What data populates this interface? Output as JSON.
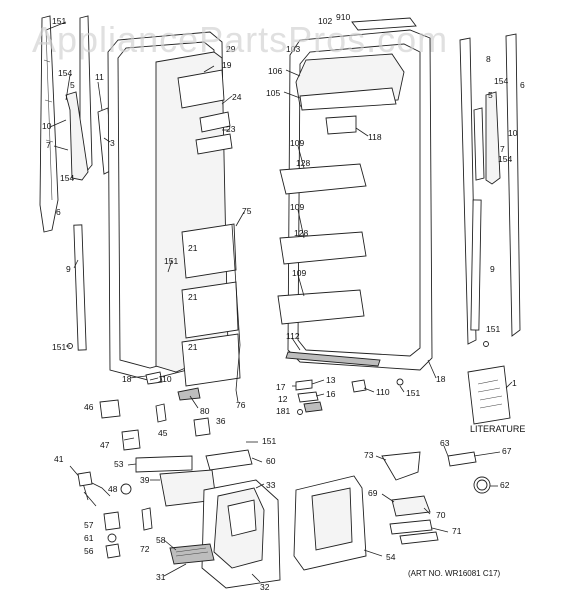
{
  "watermark": "AppliancePartsPros.com",
  "literature_label": "LITERATURE",
  "art_number": "(ART NO. WR16081 C17)",
  "callouts": {
    "c151a": "151",
    "c154a": "154",
    "c5a": "5",
    "c11": "11",
    "c10a": "10",
    "c7a": "7",
    "c3": "3",
    "c154b": "154",
    "c6a": "6",
    "c9a": "9",
    "c151b": "151",
    "c29": "29",
    "c19": "19",
    "c24": "24",
    "c23": "23",
    "c75": "75",
    "c21a": "21",
    "c151c": "151",
    "c21b": "21",
    "c21c": "21",
    "c18a": "18",
    "c110a": "110",
    "c80": "80",
    "c76": "76",
    "c102": "102",
    "c910": "910",
    "c103": "103",
    "c106": "106",
    "c105": "105",
    "c118": "118",
    "c109a": "109",
    "c128a": "128",
    "c109b": "109",
    "c128b": "128",
    "c109c": "109",
    "c112": "112",
    "c8": "8",
    "c154c": "154",
    "c5b": "5",
    "c6b": "6",
    "c10b": "10",
    "c7b": "7",
    "c154d": "154",
    "c9b": "9",
    "c151d": "151",
    "c18b": "18",
    "c17": "17",
    "c13": "13",
    "c12": "12",
    "c16": "16",
    "c181": "181",
    "c110b": "110",
    "c151e": "151",
    "c1": "1",
    "c46": "46",
    "c45": "45",
    "c36": "36",
    "c47": "47",
    "c151f": "151",
    "c41": "41",
    "c53": "53",
    "c60": "60",
    "c39": "39",
    "c48": "48",
    "c33": "33",
    "c57": "57",
    "c61": "61",
    "c56": "56",
    "c72": "72",
    "c58": "58",
    "c31": "31",
    "c32": "32",
    "c54": "54",
    "c73": "73",
    "c63": "63",
    "c67": "67",
    "c62": "62",
    "c69": "69",
    "c70": "70",
    "c71": "71"
  }
}
